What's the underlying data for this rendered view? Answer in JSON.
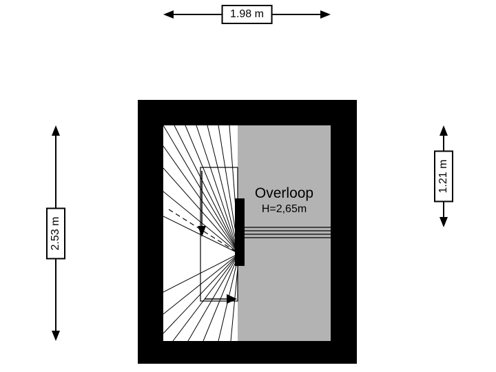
{
  "floorplan": {
    "dimensions": {
      "top": "1.98 m",
      "left": "2.53 m",
      "right": "1.21 m"
    },
    "room": {
      "name": "Overloop",
      "height": "H=2,65m"
    },
    "colors": {
      "wall": "#000000",
      "landing_fill": "#b3b3b3",
      "stair_fill": "#ffffff",
      "background": "#ffffff"
    }
  }
}
